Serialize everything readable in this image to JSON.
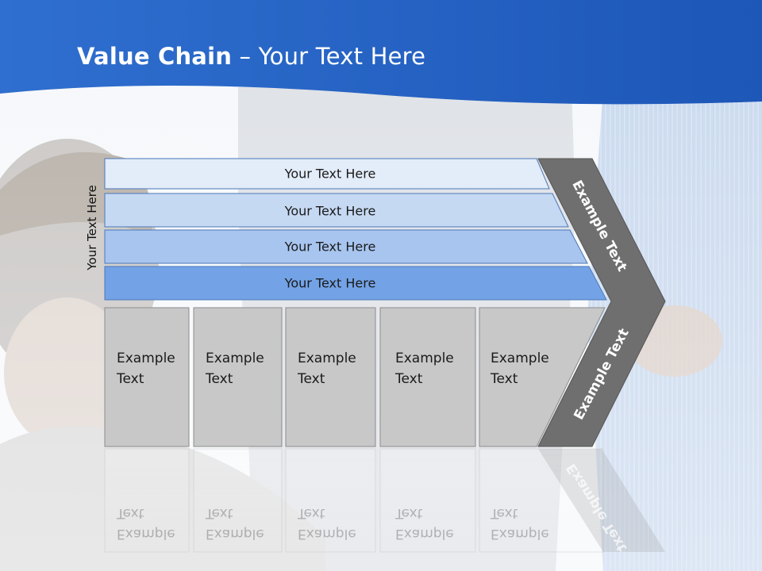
{
  "title": {
    "bold": "Value Chain",
    "rest": " – Your Text Here"
  },
  "side_label": "Your Text Here",
  "bars": [
    {
      "label": "Your Text Here",
      "color": "#e3ecf9"
    },
    {
      "label": "Your Text Here",
      "color": "#c6d9f3"
    },
    {
      "label": "Your Text Here",
      "color": "#a8c5ef"
    },
    {
      "label": "Your Text Here",
      "color": "#73a3e6"
    }
  ],
  "boxes": [
    {
      "line1": "Example",
      "line2": "Text"
    },
    {
      "line1": "Example",
      "line2": "Text"
    },
    {
      "line1": "Example",
      "line2": "Text"
    },
    {
      "line1": "Example",
      "line2": "Text"
    },
    {
      "line1": "Example",
      "line2": "Text"
    }
  ],
  "chevron": {
    "top_label": "Example Text",
    "bottom_label": "Example Text",
    "color": "#6f6f6f"
  },
  "colors": {
    "header_blue": "#2f6fd0",
    "box_fill": "#c8c8c8",
    "box_border": "#8c8c8c"
  }
}
